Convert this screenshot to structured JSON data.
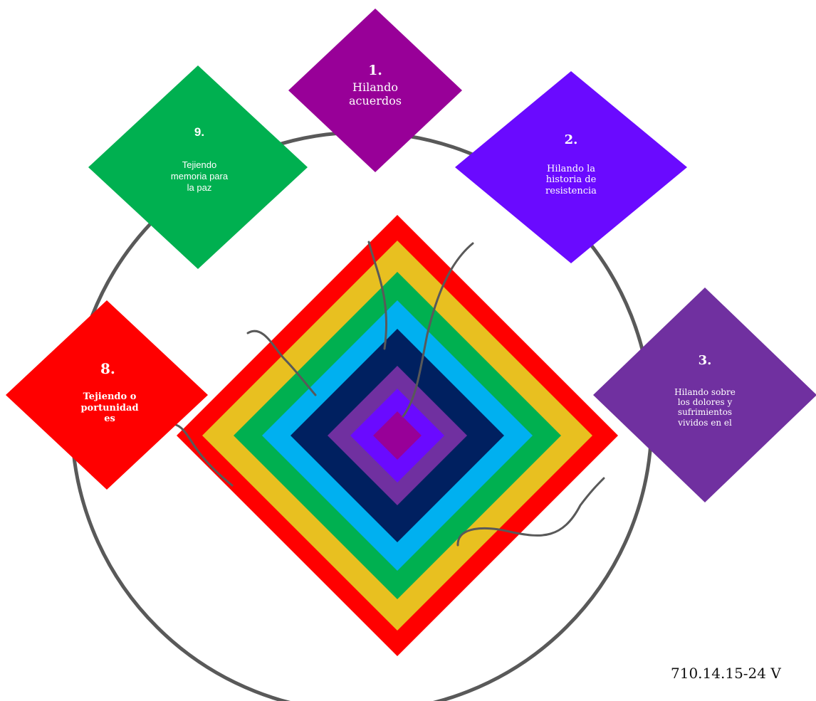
{
  "colors": {
    "background": "#ffffff",
    "ring": "#595959",
    "thread": "#595959",
    "square_1": "#980098",
    "square_2": "#6a0aff",
    "square_3": "#7030a0",
    "square_8": "#ff0000",
    "square_9": "#00b050",
    "center_layers": [
      "#ff0000",
      "#e8c020",
      "#00b050",
      "#00b0f0",
      "#002060",
      "#7030a0",
      "#6a0aff",
      "#980098"
    ]
  },
  "steps": [
    {
      "number": "1.",
      "text": "Hilando acuerdos",
      "color": "#980098"
    },
    {
      "number": "2.",
      "text": "Hilando la historia de resistencia",
      "color": "#6a0aff"
    },
    {
      "number": "3.",
      "text": "Hilando sobre los dolores y sufrimientos vividos en el",
      "color": "#7030a0"
    },
    {
      "number": "8.",
      "text": "Tejiendo oportunidades",
      "color": "#ff0000"
    },
    {
      "number": "9.",
      "text": "Tejiendo memoria para la paz",
      "color": "#00b050"
    }
  ],
  "footer": {
    "code": "710.14.15-24 V"
  }
}
